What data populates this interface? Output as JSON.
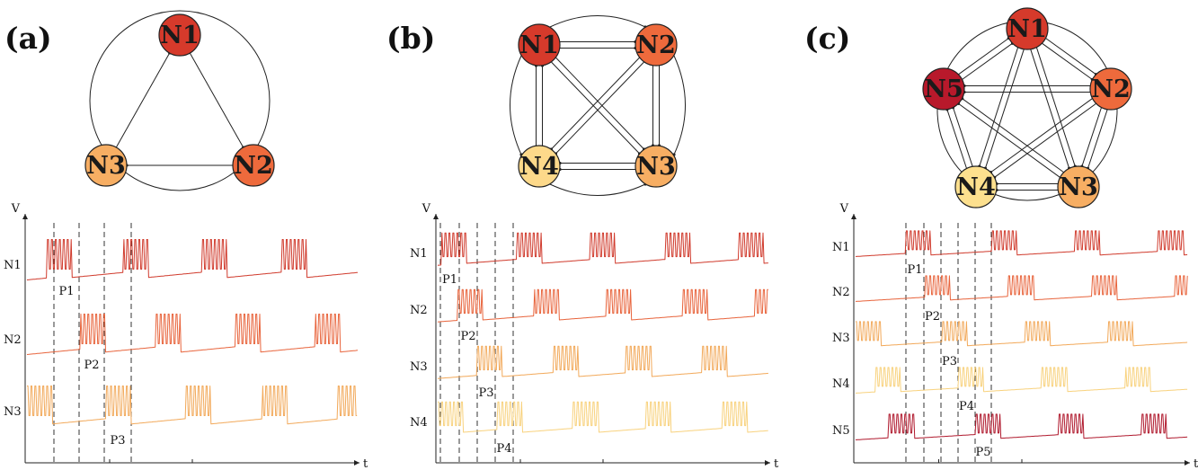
{
  "panels": [
    {
      "label": "(a)",
      "nodes": [
        {
          "name": "N1",
          "color": "#d63a2b"
        },
        {
          "name": "N2",
          "color": "#ee6a3c"
        },
        {
          "name": "N3",
          "color": "#f7ae63"
        }
      ],
      "edges": [
        [
          "N1",
          "N2"
        ],
        [
          "N2",
          "N3"
        ],
        [
          "N3",
          "N1"
        ]
      ],
      "axis": {
        "y_label": "V",
        "x_label": "t"
      },
      "traces": [
        {
          "row_label": "N1",
          "color": "#d03a2c",
          "burst_starts": [
            0.06,
            0.29,
            0.53,
            0.77
          ]
        },
        {
          "row_label": "N2",
          "color": "#e8643c",
          "burst_starts": [
            0.16,
            0.39,
            0.63,
            0.87
          ]
        },
        {
          "row_label": "N3",
          "color": "#f2a95a",
          "burst_starts": [
            0.0,
            0.24,
            0.48,
            0.71,
            0.94
          ]
        }
      ],
      "phases": [
        "P1",
        "P2",
        "P3"
      ]
    },
    {
      "label": "(b)",
      "nodes": [
        {
          "name": "N1",
          "color": "#d63a2b"
        },
        {
          "name": "N2",
          "color": "#ee6a3c"
        },
        {
          "name": "N3",
          "color": "#f7ae63"
        },
        {
          "name": "N4",
          "color": "#fdd98a"
        }
      ],
      "edges": [
        [
          "N1",
          "N2"
        ],
        [
          "N2",
          "N3"
        ],
        [
          "N3",
          "N4"
        ],
        [
          "N4",
          "N1"
        ],
        [
          "N1",
          "N3"
        ],
        [
          "N2",
          "N4"
        ]
      ],
      "axis": {
        "y_label": "V",
        "x_label": "t"
      },
      "traces": [
        {
          "row_label": "N1",
          "color": "#d03a2c",
          "burst_starts": [
            0.01,
            0.24,
            0.46,
            0.69,
            0.91
          ]
        },
        {
          "row_label": "N2",
          "color": "#e8643c",
          "burst_starts": [
            0.06,
            0.29,
            0.51,
            0.74,
            0.96
          ]
        },
        {
          "row_label": "N3",
          "color": "#f2a95a",
          "burst_starts": [
            0.12,
            0.35,
            0.57,
            0.8
          ]
        },
        {
          "row_label": "N4",
          "color": "#f8d27e",
          "burst_starts": [
            0.0,
            0.18,
            0.41,
            0.63,
            0.86
          ]
        }
      ],
      "phases": [
        "P1",
        "P2",
        "P3",
        "P4"
      ]
    },
    {
      "label": "(c)",
      "nodes": [
        {
          "name": "N1",
          "color": "#d63a2b"
        },
        {
          "name": "N2",
          "color": "#ee6a3c"
        },
        {
          "name": "N3",
          "color": "#f7ae63"
        },
        {
          "name": "N4",
          "color": "#fde08e"
        },
        {
          "name": "N5",
          "color": "#b8192b"
        }
      ],
      "edges": [
        [
          "N1",
          "N2"
        ],
        [
          "N2",
          "N3"
        ],
        [
          "N3",
          "N4"
        ],
        [
          "N4",
          "N5"
        ],
        [
          "N5",
          "N1"
        ],
        [
          "N1",
          "N3"
        ],
        [
          "N1",
          "N4"
        ],
        [
          "N2",
          "N4"
        ],
        [
          "N2",
          "N5"
        ],
        [
          "N3",
          "N5"
        ]
      ],
      "axis": {
        "y_label": "V",
        "x_label": "t"
      },
      "traces": [
        {
          "row_label": "N1",
          "color": "#d03a2c",
          "burst_starts": [
            0.15,
            0.41,
            0.66,
            0.91
          ]
        },
        {
          "row_label": "N2",
          "color": "#e8643c",
          "burst_starts": [
            0.21,
            0.46,
            0.71,
            0.96
          ]
        },
        {
          "row_label": "N3",
          "color": "#f2a95a",
          "burst_starts": [
            0.0,
            0.26,
            0.51,
            0.76
          ]
        },
        {
          "row_label": "N4",
          "color": "#f8d27e",
          "burst_starts": [
            0.06,
            0.31,
            0.56,
            0.81
          ]
        },
        {
          "row_label": "N5",
          "color": "#b01a2e",
          "burst_starts": [
            0.1,
            0.36,
            0.61,
            0.86
          ]
        }
      ],
      "phases": [
        "P1",
        "P2",
        "P3",
        "P4",
        "P5"
      ]
    }
  ]
}
